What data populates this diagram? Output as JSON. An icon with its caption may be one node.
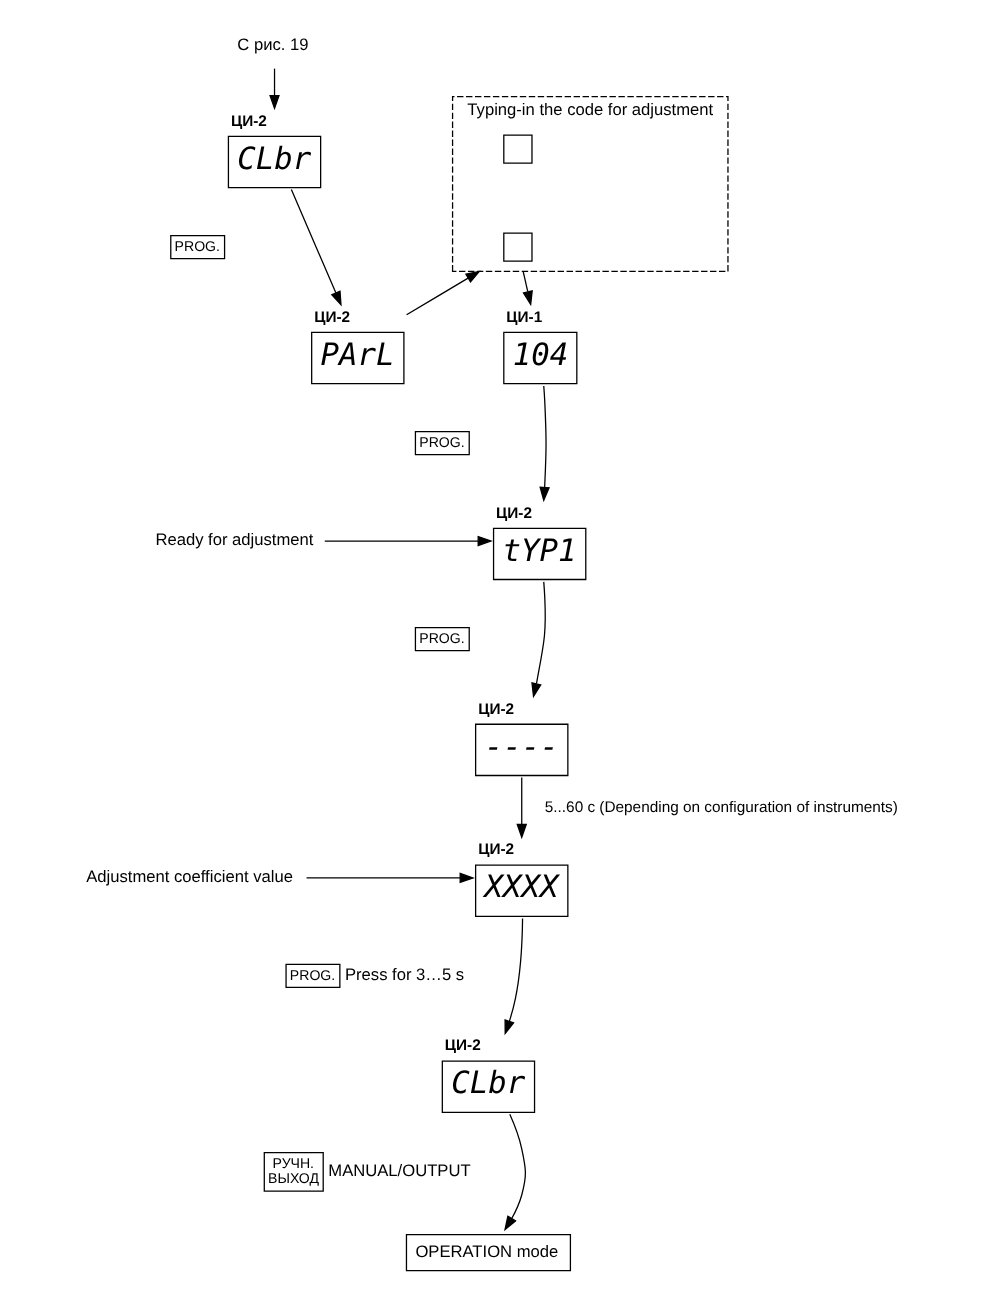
{
  "diagram": {
    "nodes": [
      {
        "text": [
          "С рис. 19"
        ]
      },
      {
        "text": [
          "CLbr"
        ],
        "beside": [
          "ЦИ-2"
        ]
      },
      {
        "text": [
          "PROG."
        ]
      },
      {
        "text": [
          "PArL"
        ],
        "beside": [
          "ЦИ-2"
        ]
      },
      {
        "text": [
          "Typing-in the code for adjustment"
        ]
      },
      {
        "text": [],
        "shape": "box",
        "in": 4
      },
      {
        "text": [],
        "shape": "box",
        "in": 4
      },
      {
        "text": [
          "104"
        ],
        "beside": [
          "ЦИ-1"
        ]
      },
      {
        "text": [
          "PROG."
        ]
      },
      {
        "text": [
          "tYP1"
        ],
        "beside": [
          "ЦИ-2"
        ]
      },
      {
        "text": [
          "Ready for adjustment"
        ]
      },
      {
        "text": [
          "PROG."
        ]
      },
      {
        "text": [
          "----"
        ],
        "beside": [
          "ЦИ-2"
        ]
      },
      {
        "text": [
          "XXXX"
        ],
        "beside": [
          "ЦИ-2"
        ]
      },
      {
        "text": [
          "Adjustment coefficient value"
        ]
      },
      {
        "text": [
          "PROG."
        ],
        "beside": [
          "Press for 3…5 s"
        ]
      },
      {
        "text": [
          "CLbr"
        ],
        "beside": [
          "ЦИ-2"
        ]
      },
      {
        "text": [
          "РУЧН.",
          "ВЫХОД"
        ],
        "beside": [
          "MANUAL/OUTPUT"
        ]
      },
      {
        "text": [
          "OPERATION mode"
        ]
      }
    ],
    "edges": [
      {
        "from": 0,
        "to": 1,
        "arrow": "to"
      },
      {
        "from": 1,
        "to": 3,
        "arrow": "to"
      },
      {
        "from": 3,
        "to": 4,
        "arrow": "to"
      },
      {
        "from": 4,
        "to": 7,
        "arrow": "to"
      },
      {
        "from": 7,
        "to": 9,
        "arrow": "to"
      },
      {
        "from": 10,
        "to": 9,
        "arrow": "to"
      },
      {
        "from": 9,
        "to": 12,
        "arrow": "to"
      },
      {
        "from": 12,
        "to": 13,
        "arrow": "to",
        "label": "5...60 с (Depending on configuration of instruments)"
      },
      {
        "from": 14,
        "to": 13,
        "arrow": "to"
      },
      {
        "from": 13,
        "to": 16,
        "arrow": "to"
      },
      {
        "from": 16,
        "to": 18,
        "arrow": "to"
      }
    ]
  }
}
